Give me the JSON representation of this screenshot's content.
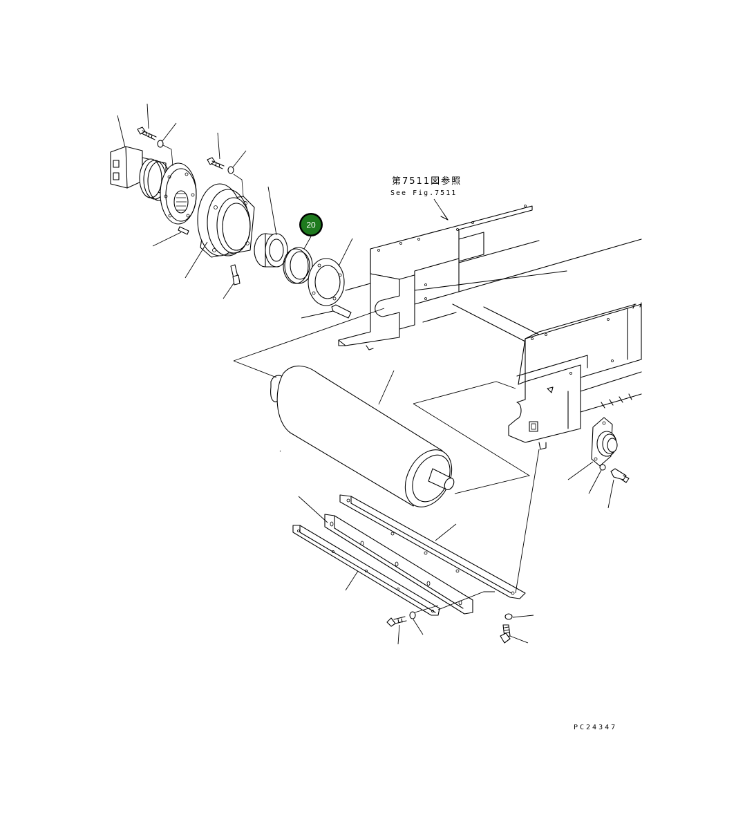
{
  "figure_reference": {
    "japanese": "第7511図参照",
    "english": "See Fig.7511"
  },
  "drawing_code": "PC24347",
  "callouts": [
    {
      "number": "20",
      "part": "seal-ring",
      "color": "#1e7a1e"
    }
  ]
}
